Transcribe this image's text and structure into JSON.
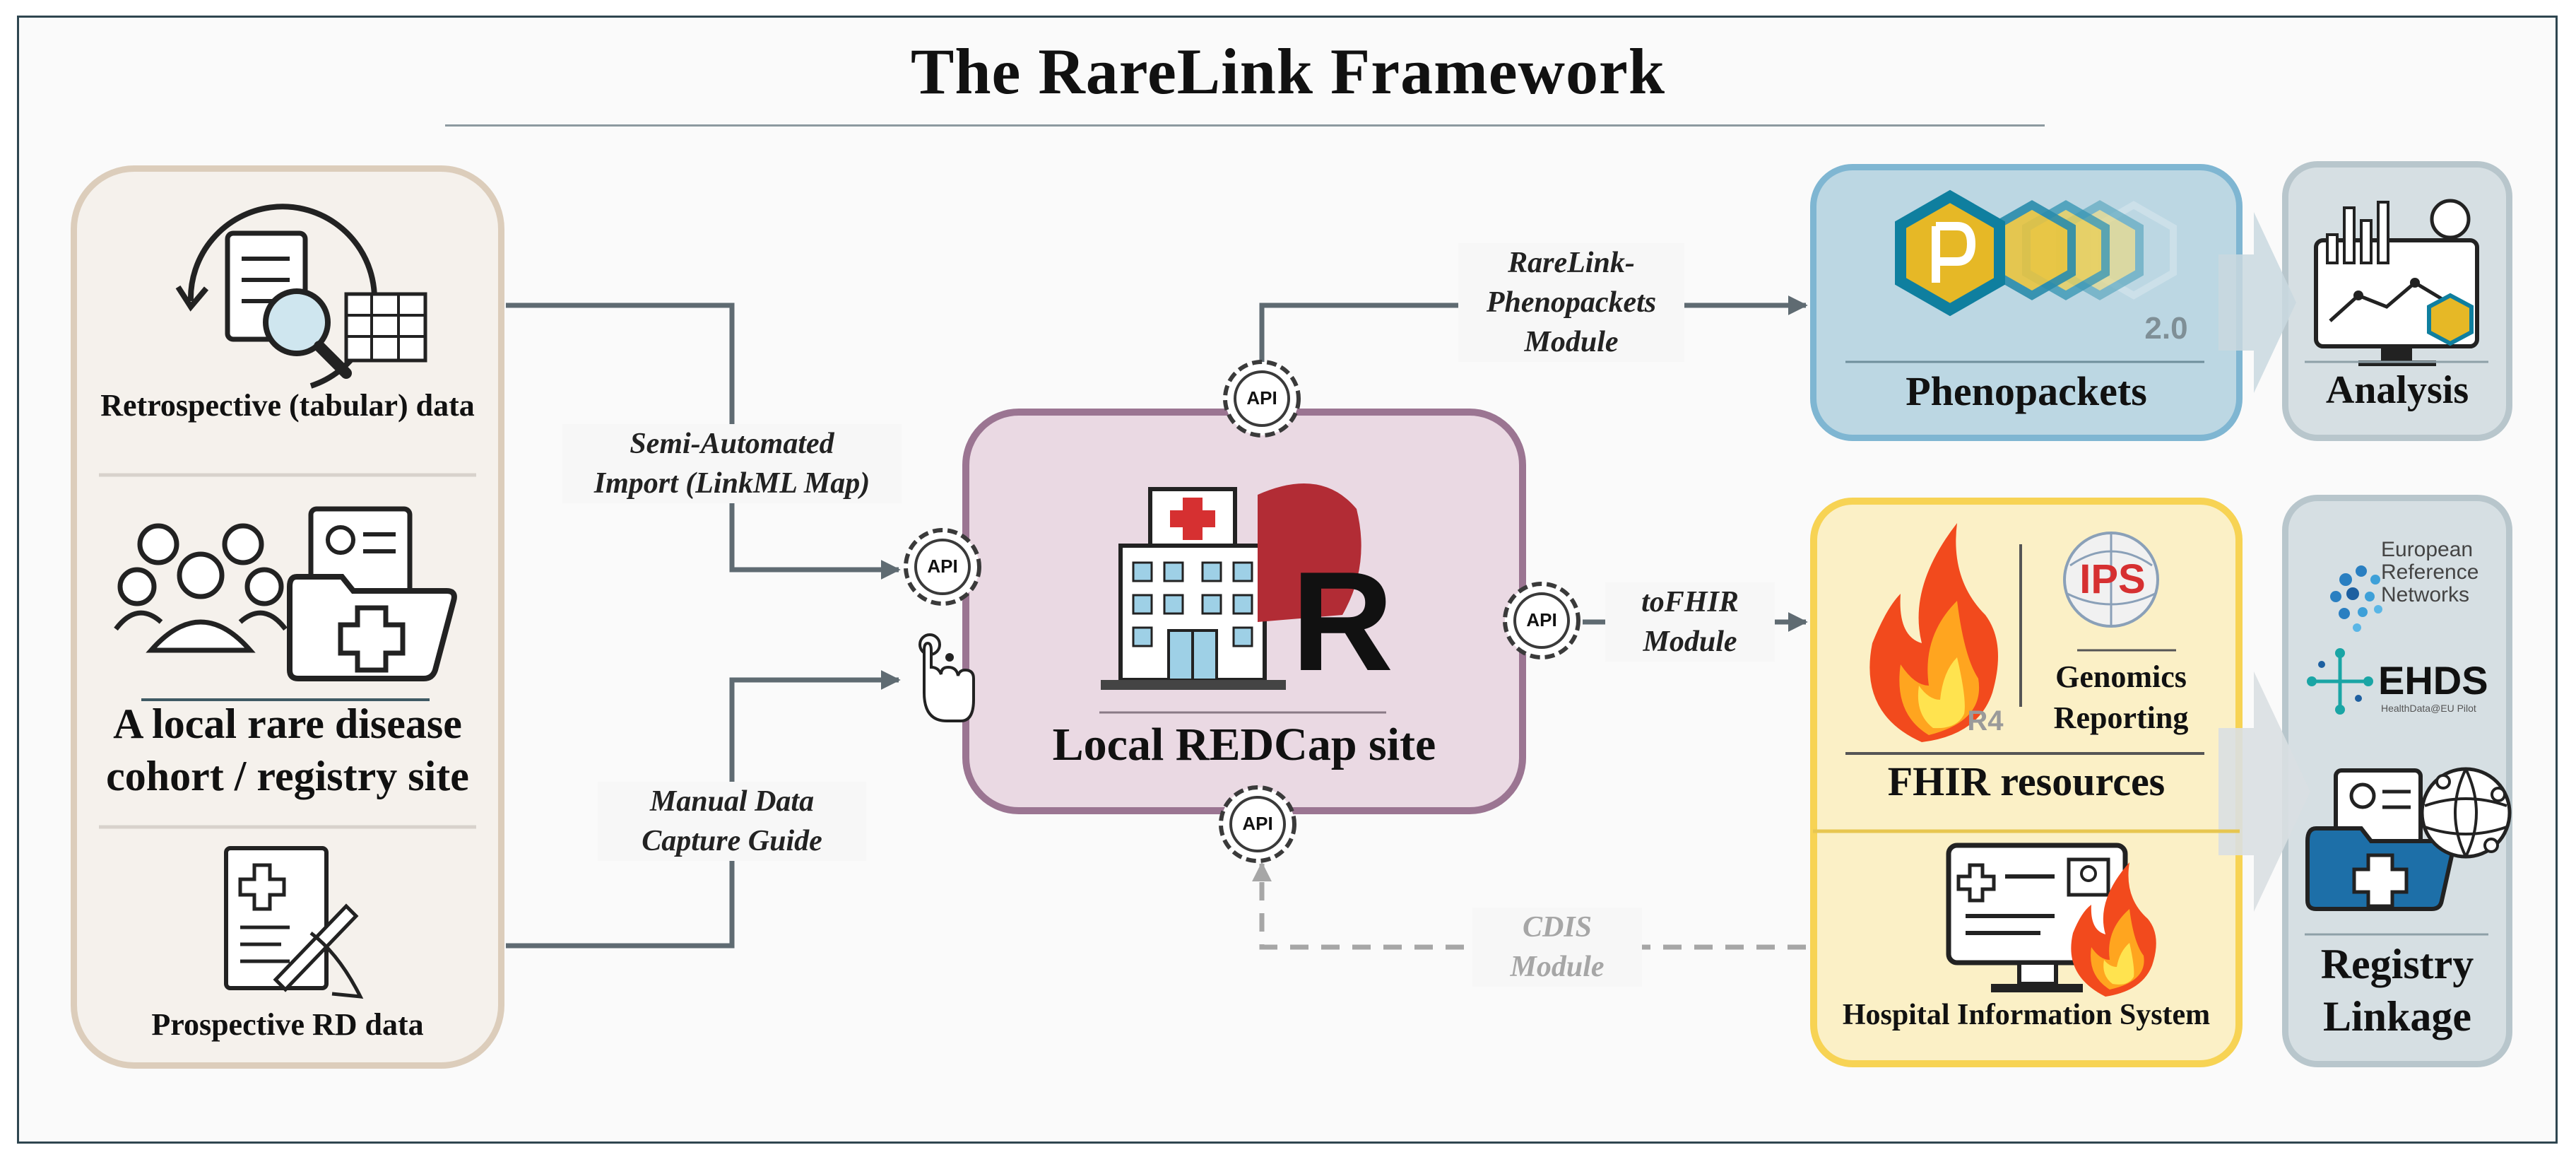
{
  "title": "The RareLink Framework",
  "left_panel": {
    "retrospective_label": "Retrospective (tabular) data",
    "cohort_label_line1": "A local rare disease",
    "cohort_label_line2": "cohort / registry site",
    "prospective_label": "Prospective RD data"
  },
  "center": {
    "label": "Local REDCap site",
    "logo_letter": "R"
  },
  "edges": {
    "semi_line1": "Semi-Automated",
    "semi_line2": "Import (LinkML Map)",
    "manual_line1": "Manual Data",
    "manual_line2": "Capture Guide",
    "pheno_line1": "RareLink-",
    "pheno_line2": "Phenopackets",
    "pheno_line3": "Module",
    "tofhir_line1": "toFHIR",
    "tofhir_line2": "Module",
    "cdis_line1": "CDIS",
    "cdis_line2": "Module"
  },
  "api_badge": "API",
  "phenopackets": {
    "label": "Phenopackets",
    "version": "2.0"
  },
  "analysis": {
    "label": "Analysis"
  },
  "fhir": {
    "r4_label": "R4",
    "ips_label": "IPS",
    "genomics_line1": "Genomics",
    "genomics_line2": "Reporting",
    "resources_label": "FHIR resources",
    "his_label": "Hospital Information System"
  },
  "registry": {
    "ern_line1": "European",
    "ern_line2": "Reference",
    "ern_line3": "Networks",
    "ehds_label": "EHDS",
    "ehds_sub": "HealthData@EU Pilot",
    "label_line1": "Registry",
    "label_line2": "Linkage"
  },
  "colors": {
    "left_panel_border": "#dccdbb",
    "center_border": "#9b7592",
    "center_fill": "#ead9e3",
    "pheno_border": "#7fb6d2",
    "pheno_fill": "#bcd7e3",
    "fhir_border": "#f7d354",
    "fhir_fill": "#fbf0c6",
    "grey_border": "#b8c6cc",
    "grey_fill": "#d6dfe3",
    "connector": "#5f6b72",
    "dashed": "#a6a6a6"
  }
}
